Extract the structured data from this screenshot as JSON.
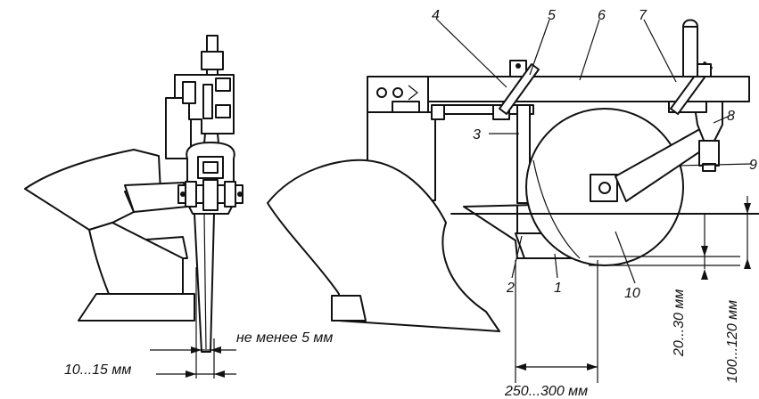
{
  "labels": {
    "n1": "1",
    "n2": "2",
    "n3": "3",
    "n4": "4",
    "n5": "5",
    "n6": "6",
    "n7": "7",
    "n8": "8",
    "n9": "9",
    "n10": "10"
  },
  "dimensions": {
    "min_gap": "не менее 5 мм",
    "width_range": "10...15 мм",
    "length_range": "250...300 мм",
    "depth_small": "20...30 мм",
    "depth_large": "100...120 мм"
  },
  "colors": {
    "ink": "#111111",
    "paper": "#ffffff"
  }
}
